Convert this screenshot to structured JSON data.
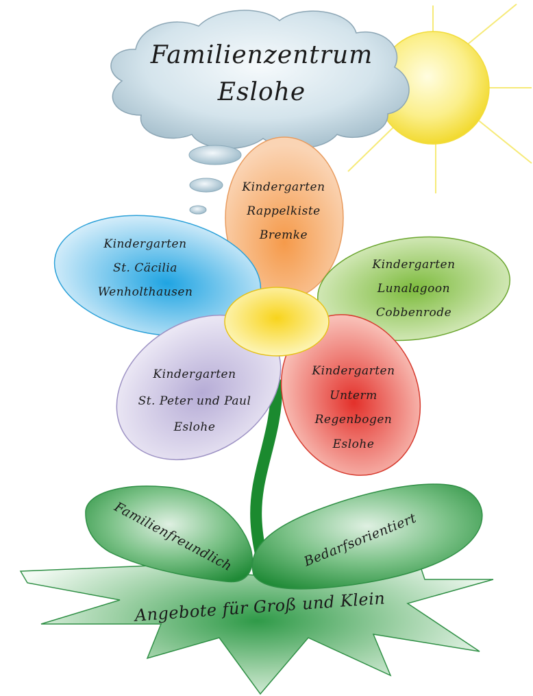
{
  "title": {
    "line1": "Familienzentrum",
    "line2": "Eslohe"
  },
  "petals": {
    "top": {
      "line1": "Kindergarten",
      "line2": "Rappelkiste",
      "line3": "Bremke"
    },
    "left": {
      "line1": "Kindergarten",
      "line2": "St. Cäcilia",
      "line3": "Wenholthausen"
    },
    "right": {
      "line1": "Kindergarten",
      "line2": "Lunalagoon",
      "line3": "Cobbenrode"
    },
    "bottom_left": {
      "line1": "Kindergarten",
      "line2": "St. Peter und Paul",
      "line3": "Eslohe"
    },
    "bottom_right": {
      "line1": "Kindergarten",
      "line2": "Unterm",
      "line3": "Regenbogen",
      "line4": "Eslohe"
    }
  },
  "leaves": {
    "left": "Familienfreundlich",
    "right": "Bedarfsorientiert"
  },
  "base": "Angebote für Groß und Klein",
  "colors": {
    "cloud": "#b9d0dd",
    "sun": "#f7e35a",
    "petal_top": "#f0a160",
    "petal_left": "#3aaee3",
    "petal_right": "#a8d06a",
    "petal_bottom_left": "#cbc4e0",
    "petal_bottom_right": "#e8493f",
    "center": "#f7d62a",
    "stem": "#1a8a2e",
    "leaf": "#2f9a48"
  }
}
